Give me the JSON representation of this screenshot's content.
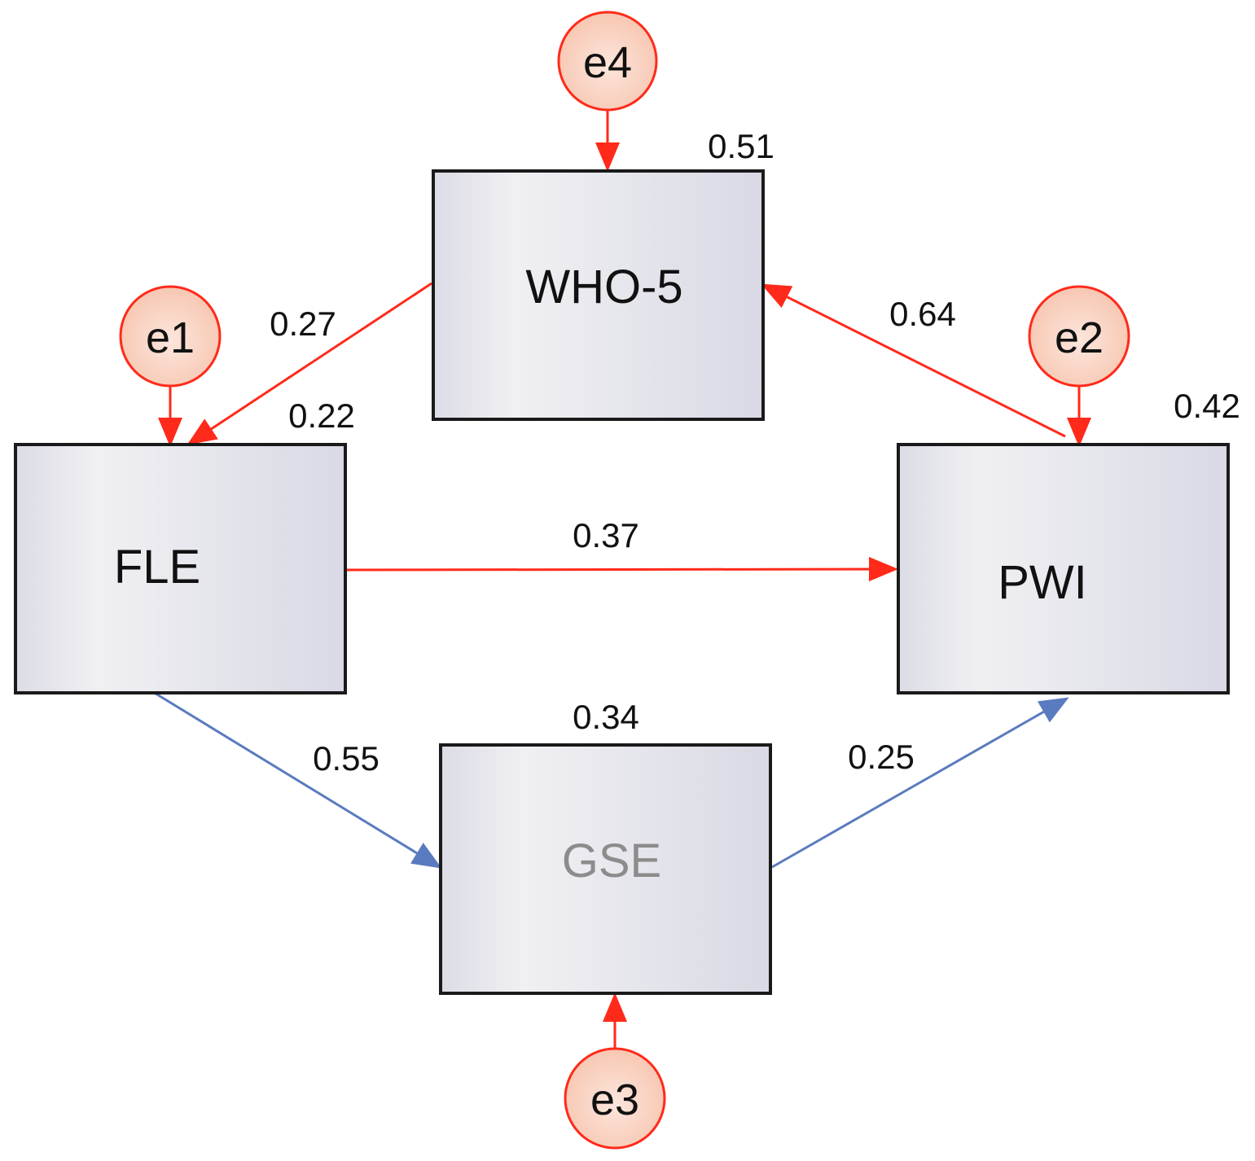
{
  "colors": {
    "red": "#ff2a1a",
    "blue": "#5a7bbf",
    "box_border": "#1a1a1a",
    "gse_text": "#8c8c8c"
  },
  "variables": {
    "who5": {
      "label": "WHO-5",
      "r2": "0.51"
    },
    "fle": {
      "label": "FLE",
      "r2": "0.22"
    },
    "pwi": {
      "label": "PWI",
      "r2": "0.42"
    },
    "gse": {
      "label": "GSE",
      "r2": "0.34"
    }
  },
  "errors": {
    "e1": "e1",
    "e2": "e2",
    "e3": "e3",
    "e4": "e4"
  },
  "paths": {
    "who5_to_fle": "0.27",
    "pwi_to_who5": "0.64",
    "fle_to_pwi": "0.37",
    "fle_to_gse": "0.55",
    "gse_to_pwi": "0.25"
  }
}
